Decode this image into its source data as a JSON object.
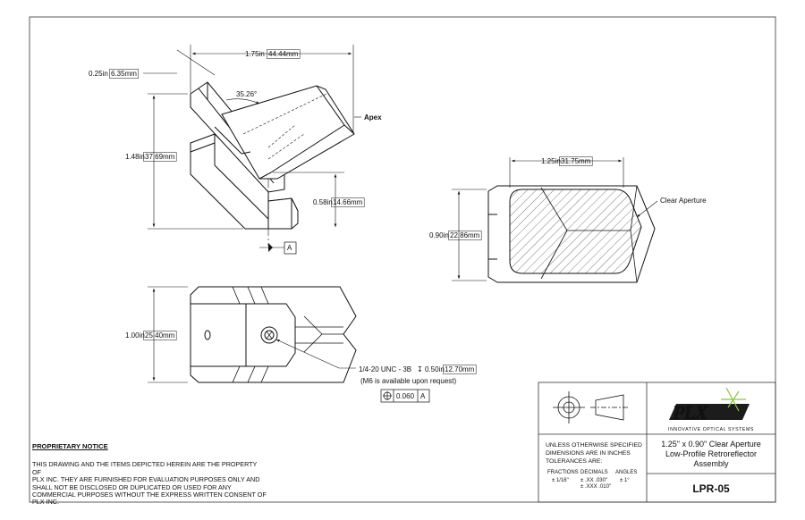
{
  "dimensions": {
    "top_width": "1.75in",
    "top_width_mm": "44.44mm",
    "thickness": "0.25in",
    "thickness_mm": "6.35mm",
    "angle": "35.26°",
    "apex": "Apex",
    "height": "1.48in",
    "height_mm": "37.69mm",
    "apex_height": "0.58in",
    "apex_height_mm": "14.66mm",
    "datum": "A",
    "front_width": "1.25in",
    "front_width_mm": "31.75mm",
    "clear_aperture": "Clear Aperture",
    "front_height": "0.90in",
    "front_height_mm": "22.86mm",
    "bottom_height": "1.00in",
    "bottom_height_mm": "25.40mm",
    "thread": "1/4-20 UNC - 3B",
    "thread_depth": "0.50in",
    "thread_depth_mm": "12.70mm",
    "thread_note": "(M6 is available upon request)",
    "position_tol": "0.060",
    "position_datum": "A"
  },
  "notice": {
    "title": "PROPRIETARY NOTICE",
    "lines": [
      "THIS DRAWING AND THE ITEMS DEPICTED HEREIN ARE THE PROPERTY OF",
      "PLX INC. THEY ARE FURNISHED FOR EVALUATION PURPOSES ONLY AND",
      "SHALL NOT BE DISCLOSED OR DUPLICATED OR USED FOR ANY",
      "COMMERCIAL PURPOSES WITHOUT THE EXPRESS WRITTEN CONSENT OF",
      "PLX INC."
    ]
  },
  "title_block": {
    "tol_line1": "UNLESS OTHERWISE SPECIFIED",
    "tol_line2": "DIMENSIONS ARE IN INCHES",
    "tol_line3": "TOLERANCES ARE:",
    "fractions_label": "FRACTIONS",
    "fractions_value": "± 1/16\"",
    "decimals_label": "DECIMALS",
    "decimals_xx": "± .XX  .030\"",
    "decimals_xxx": "± .XXX .010\"",
    "angles_label": "ANGLES",
    "angles_value": "± 1°",
    "logo_text": "PLX",
    "logo_tagline": "INNOVATIVE OPTICAL SYSTEMS",
    "desc_line1": "1.25\" x 0.90\" Clear Aperture",
    "desc_line2": "Low-Profile Retroreflector",
    "desc_line3": "Assembly",
    "part_number": "LPR-05"
  }
}
